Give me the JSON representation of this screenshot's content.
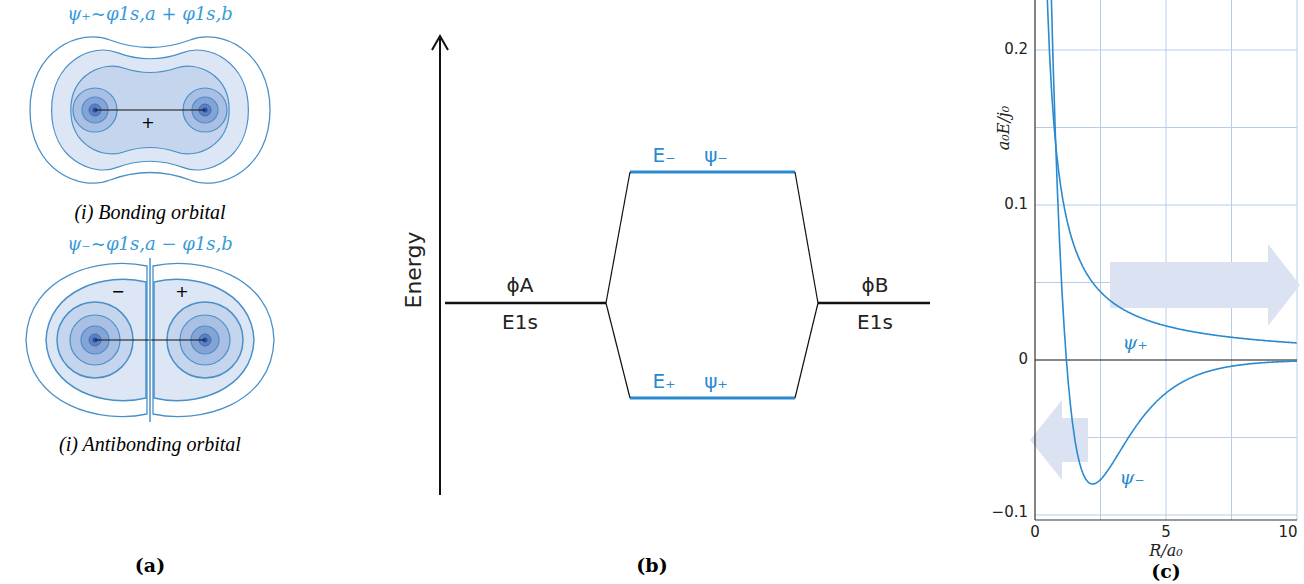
{
  "diagram": {
    "labels": [
      "ψ₊~φ1s,a + φ1s,b",
      "+",
      "(i) Bonding orbital",
      "ψ₋~φ1s,a − φ1s,b",
      "−",
      "+",
      "(i) Antibonding orbital",
      "(a)",
      "Energy",
      "E₋",
      "ψ₋",
      "ϕA",
      "E1s",
      "ϕB",
      "E1s",
      "E₊",
      "ψ₊",
      "(b)",
      "a₀E/j₀",
      "0.2",
      "0.1",
      "0",
      "−0.1",
      "0",
      "5",
      "10",
      "R/a₀",
      "ψ₊",
      "ψ₋",
      "(c)"
    ]
  }
}
